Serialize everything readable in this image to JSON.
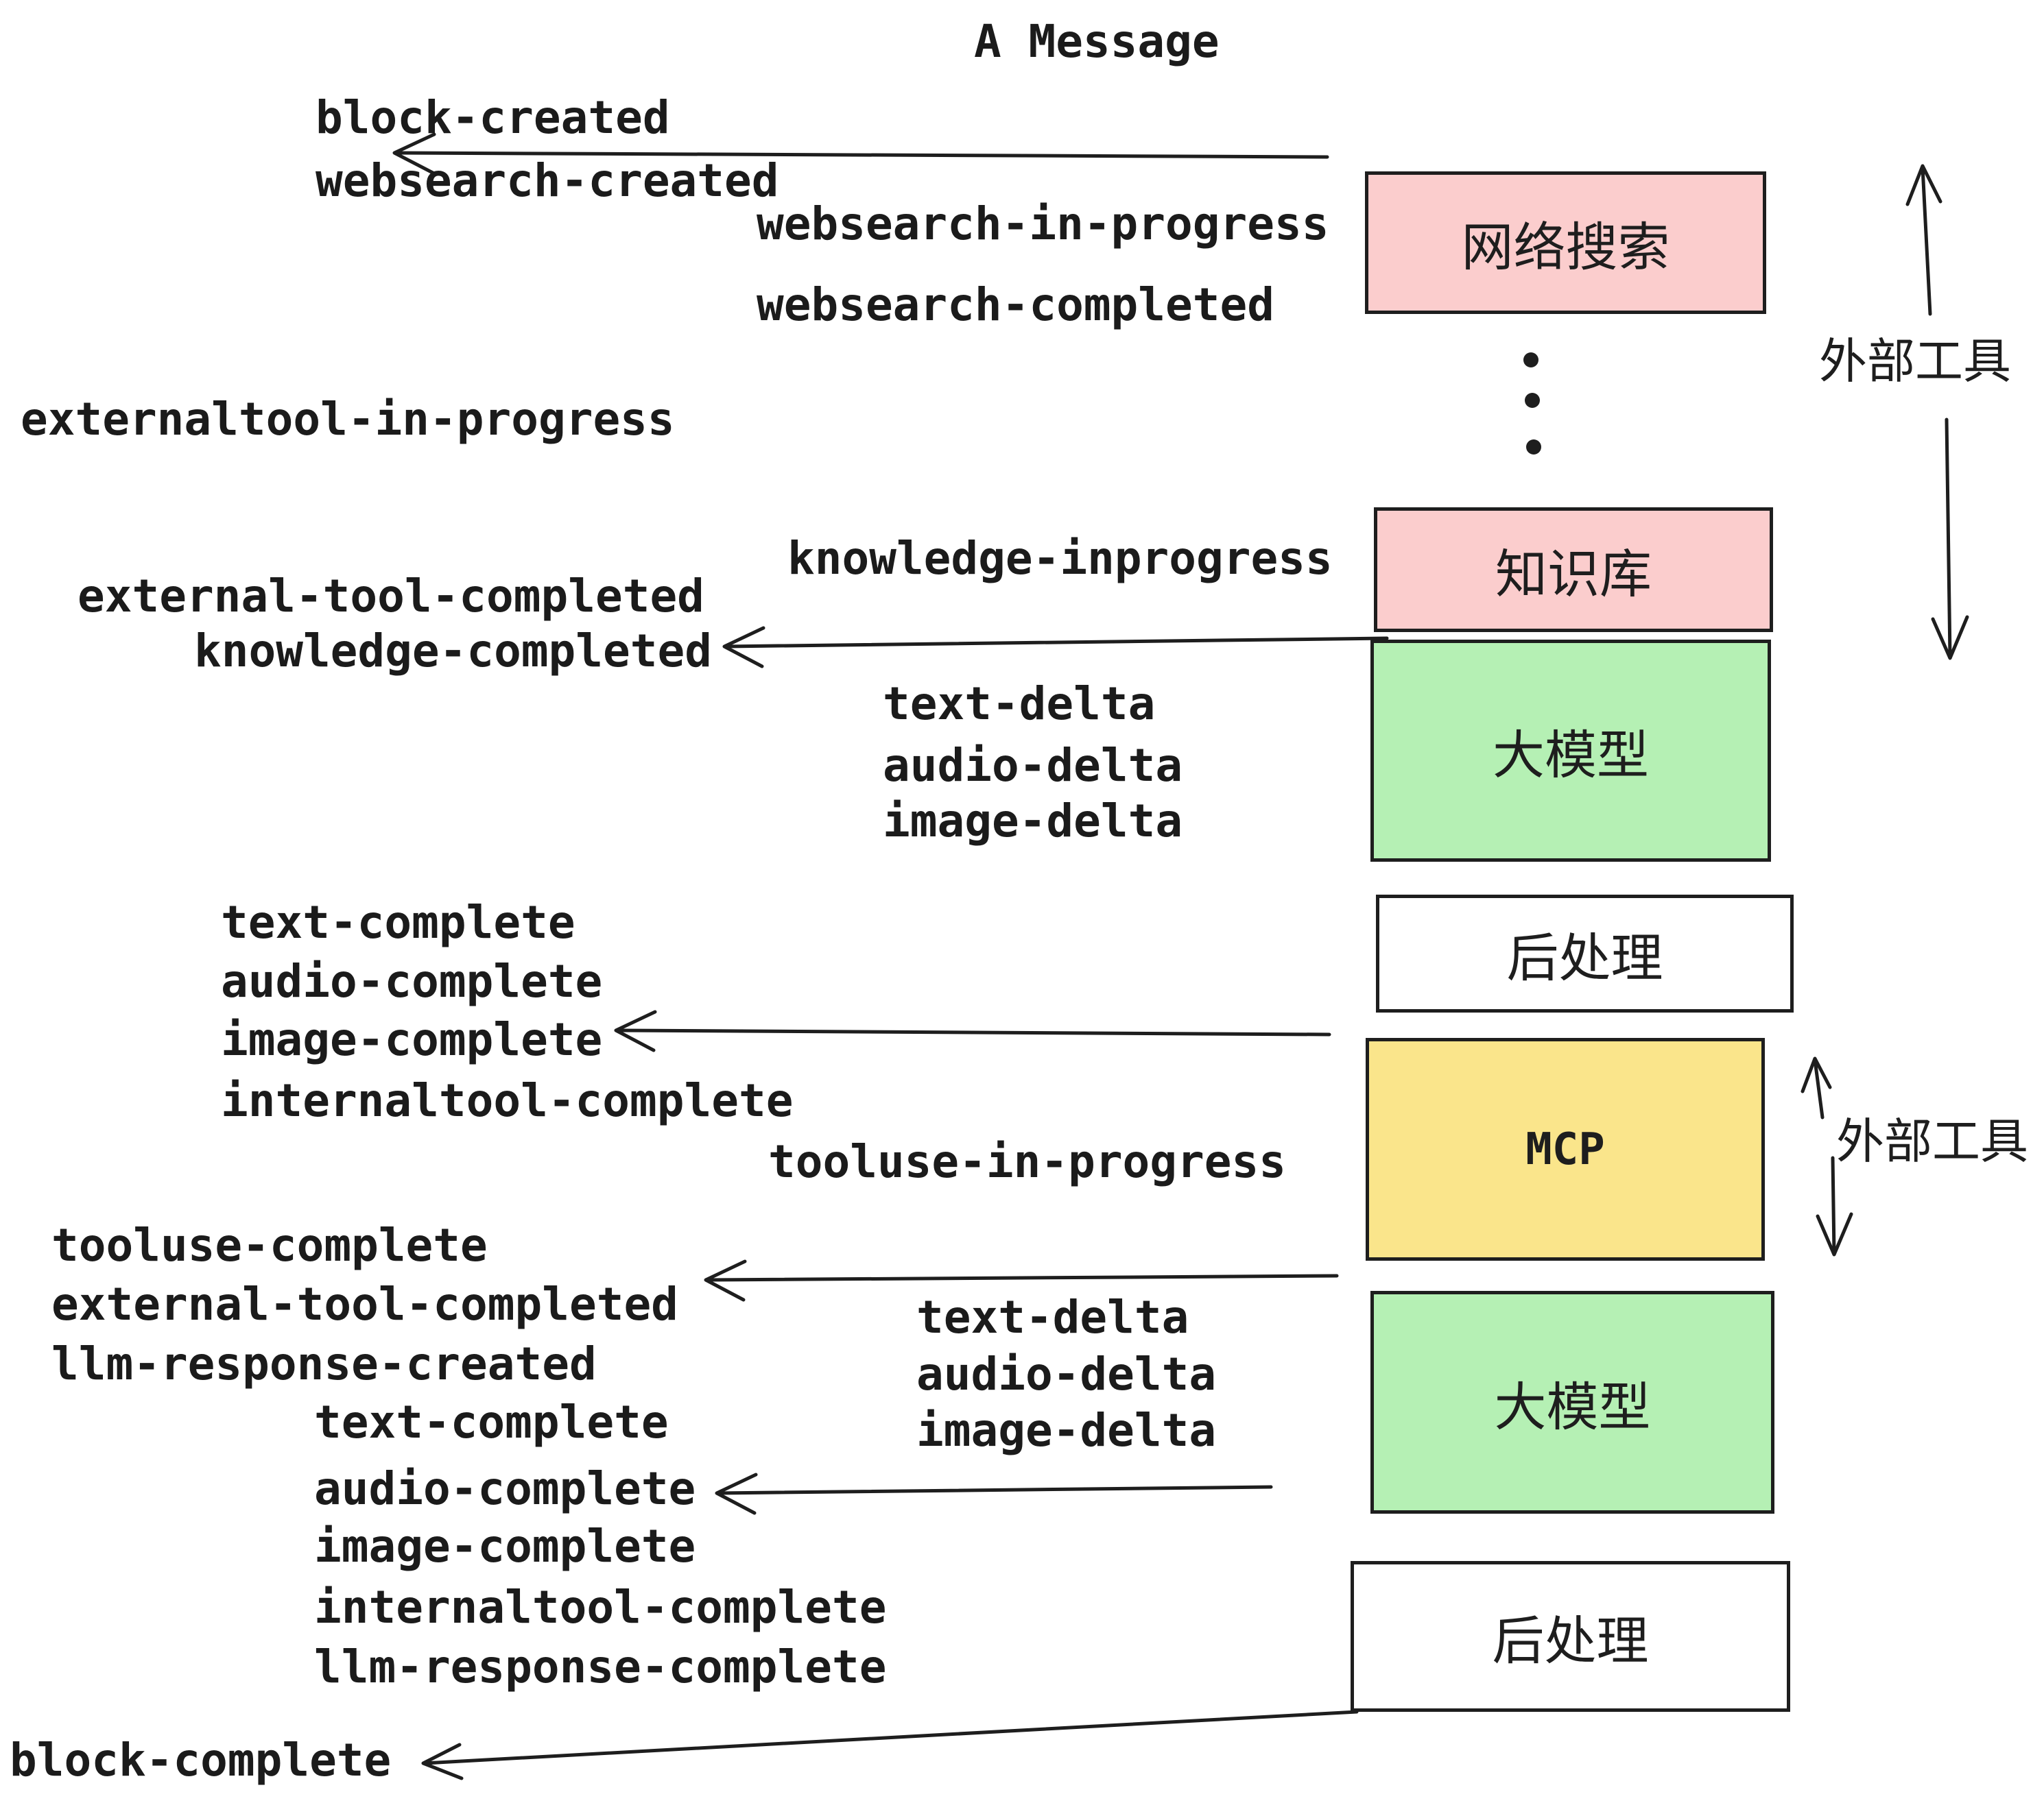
{
  "title": "A Message",
  "colors": {
    "box_pink": "#FBCDCD",
    "box_green": "#B5F0B4",
    "box_yellow": "#FAE58B",
    "box_white": "#FFFFFF",
    "stroke": "#1E1E1E",
    "text": "#1B1B1B",
    "background": "#FFFFFF"
  },
  "events": {
    "block_created": "block-created",
    "websearch_created": "websearch-created",
    "websearch_in_progress": "websearch-in-progress",
    "websearch_completed": "websearch-completed",
    "externaltool_in_progress": "externaltool-in-progress",
    "knowledge_inprogress": "knowledge-inprogress",
    "external_tool_completed": "external-tool-completed",
    "knowledge_completed": "knowledge-completed",
    "text_delta": "text-delta",
    "audio_delta": "audio-delta",
    "image_delta": "image-delta",
    "text_complete": "text-complete",
    "audio_complete": "audio-complete",
    "image_complete": "image-complete",
    "internaltool_complete": "internaltool-complete",
    "tooluse_in_progress": "tooluse-in-progress",
    "tooluse_complete": "tooluse-complete",
    "llm_response_created": "llm-response-created",
    "llm_response_complete": "llm-response-complete",
    "block_complete": "block-complete"
  },
  "boxes": [
    {
      "id": "websearch",
      "label": "网络搜索",
      "color": "#FBCDCD"
    },
    {
      "id": "knowledge",
      "label": "知识库",
      "color": "#FBCDCD"
    },
    {
      "id": "llm-1",
      "label": "大模型",
      "color": "#B5F0B4"
    },
    {
      "id": "postprocess-1",
      "label": "后处理",
      "color": "#FFFFFF"
    },
    {
      "id": "mcp",
      "label": "MCP",
      "color": "#FAE58B"
    },
    {
      "id": "llm-2",
      "label": "大模型",
      "color": "#B5F0B4"
    },
    {
      "id": "postprocess-2",
      "label": "后处理",
      "color": "#FFFFFF"
    }
  ],
  "annotations": {
    "external_tools": "外部工具"
  }
}
